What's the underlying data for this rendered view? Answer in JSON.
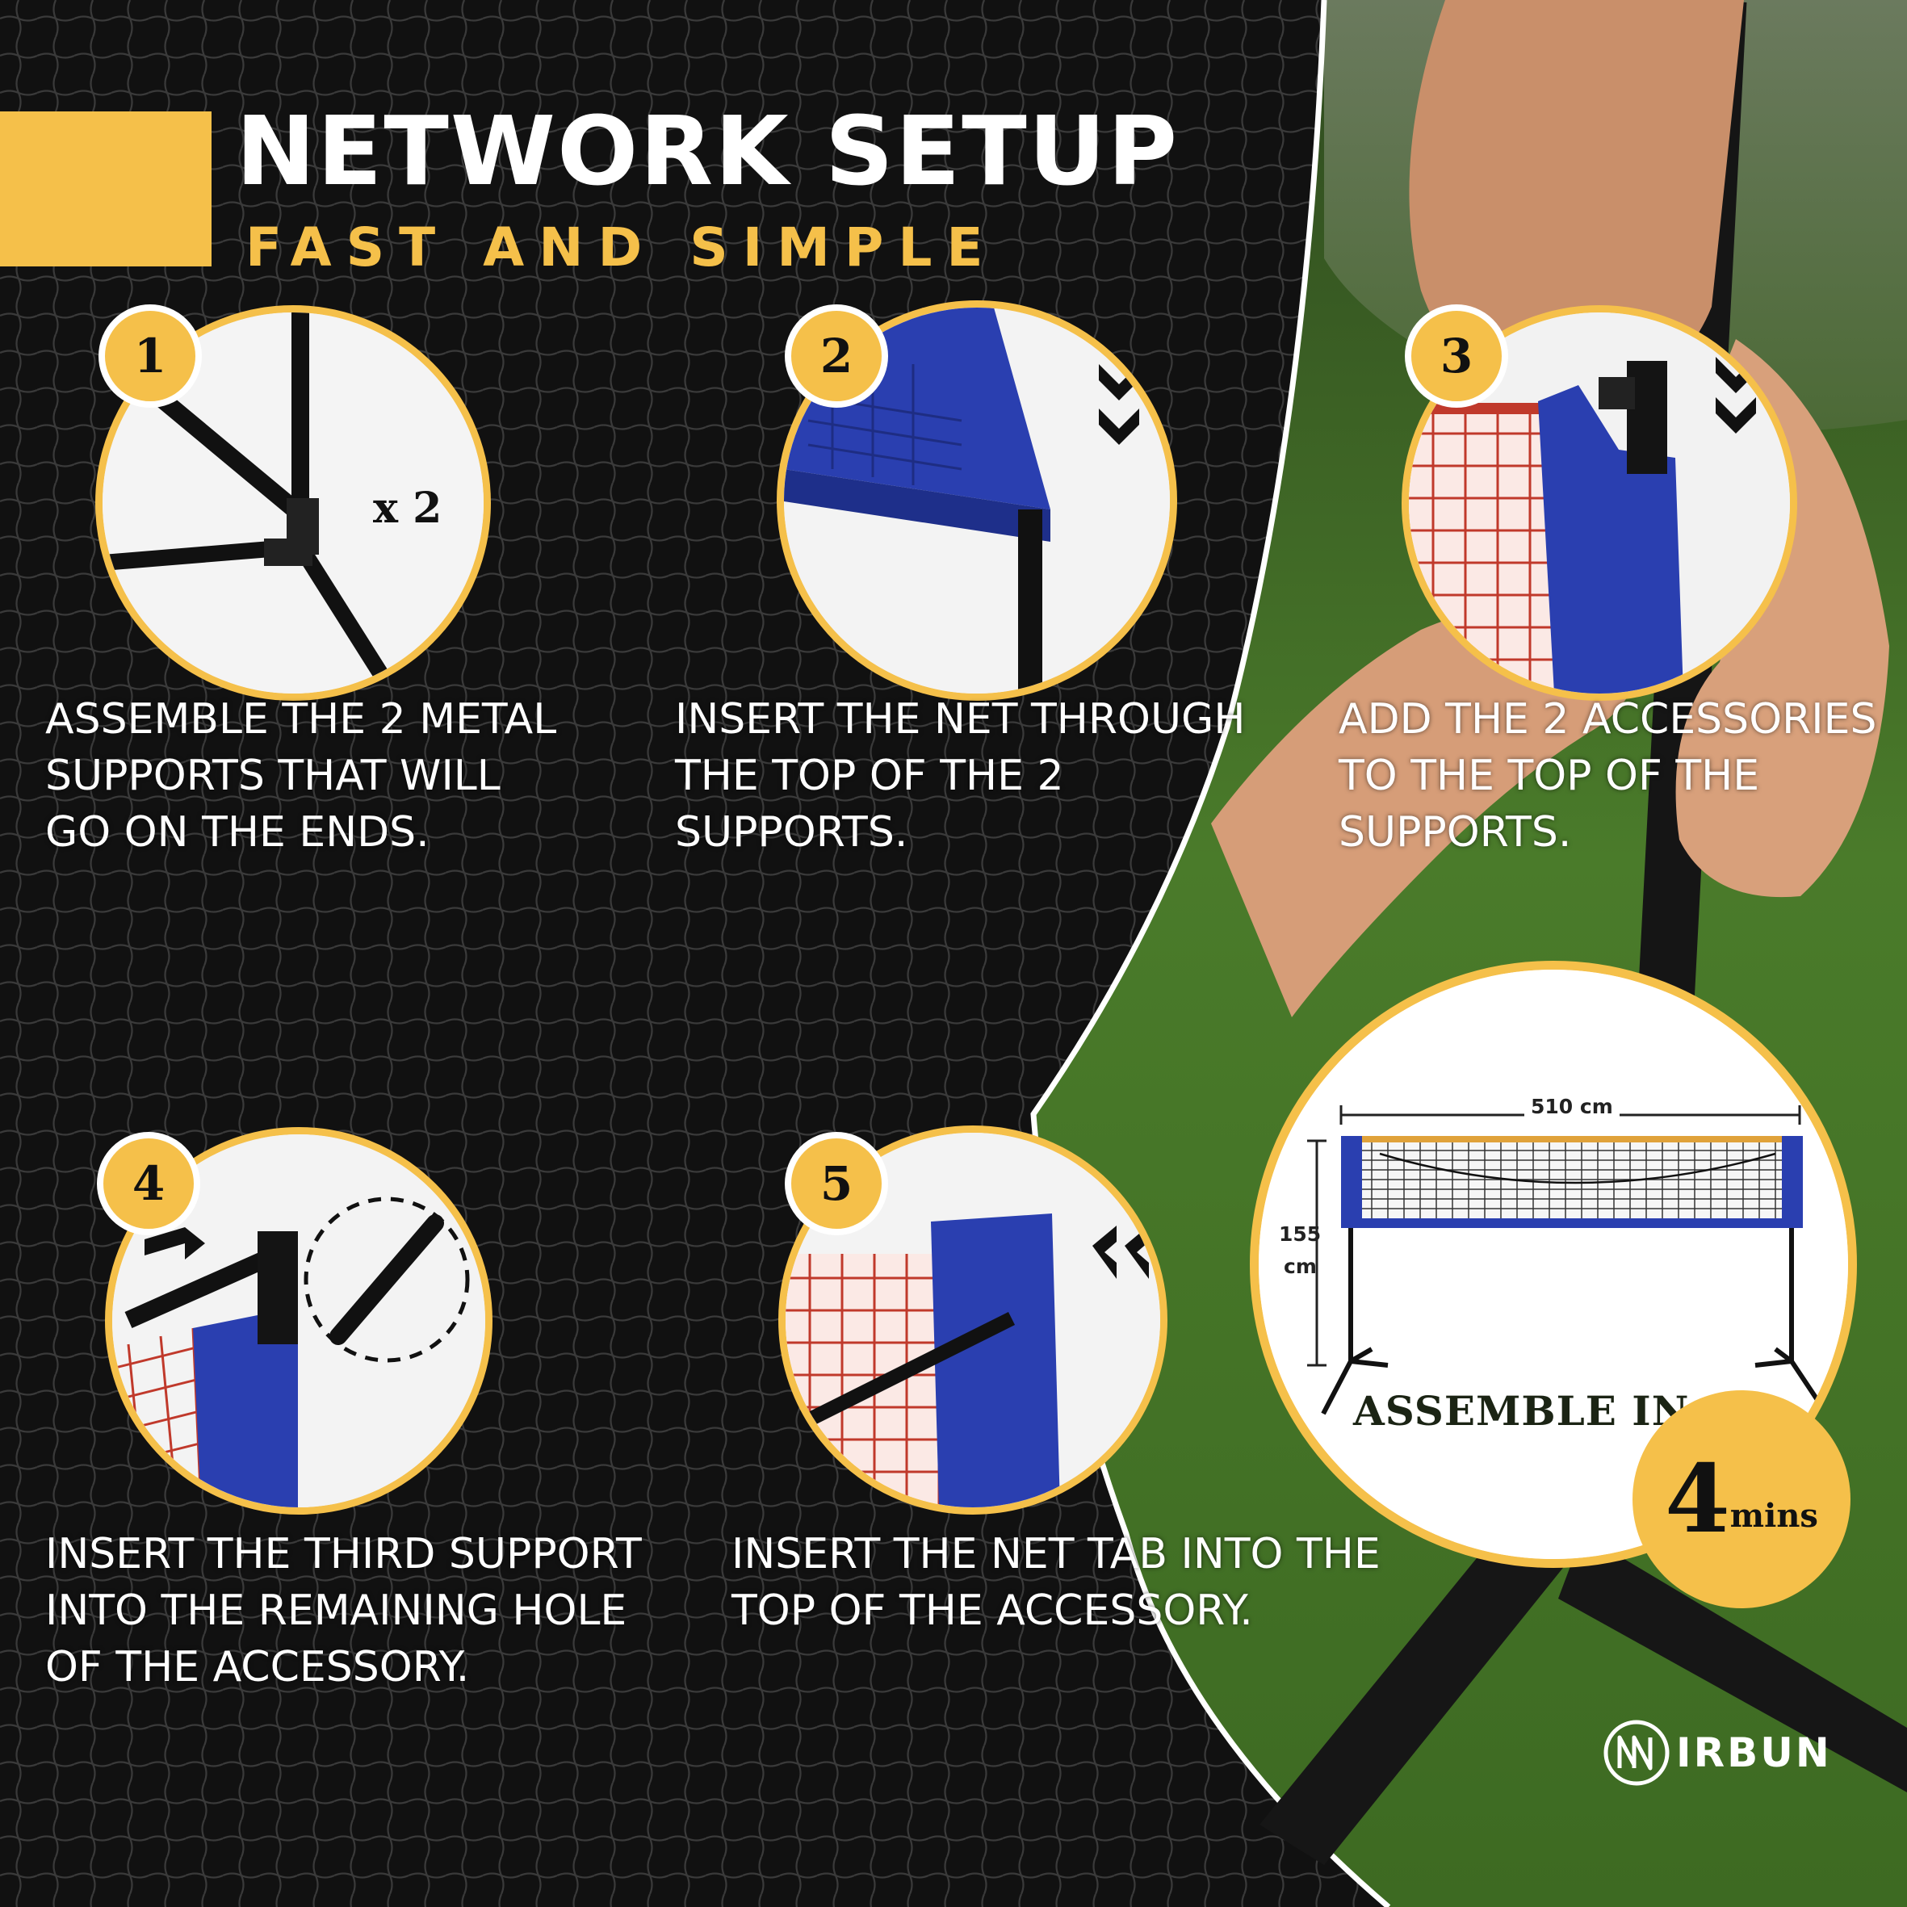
{
  "header": {
    "title": "NETWORK SETUP",
    "subtitle": "FAST AND SIMPLE"
  },
  "steps": [
    {
      "number": "1",
      "badge_text": "x 2",
      "text": "ASSEMBLE THE 2 METAL\nSUPPORTS THAT WILL\nGO ON THE ENDS."
    },
    {
      "number": "2",
      "text": "INSERT THE NET THROUGH\nTHE TOP OF THE 2\nSUPPORTS."
    },
    {
      "number": "3",
      "text": "ADD THE 2 ACCESSORIES\nTO THE TOP OF THE\nSUPPORTS."
    },
    {
      "number": "4",
      "text": "INSERT THE THIRD SUPPORT\nINTO THE REMAINING HOLE\nOF THE ACCESSORY."
    },
    {
      "number": "5",
      "text": "INSERT THE NET TAB INTO THE\nTOP OF THE ACCESSORY."
    }
  ],
  "diagram": {
    "width_label": "510 cm",
    "height_value": "155",
    "height_unit": "cm",
    "assemble_label": "ASSEMBLE IN",
    "time_value": "4",
    "time_unit": "mins"
  },
  "brand": {
    "name": "IRBUN"
  },
  "colors": {
    "accent": "#f5c04a",
    "background": "#111111",
    "net_blue": "#2a3fb0",
    "net_red": "#c0392b",
    "grass": "#3f6b22"
  }
}
